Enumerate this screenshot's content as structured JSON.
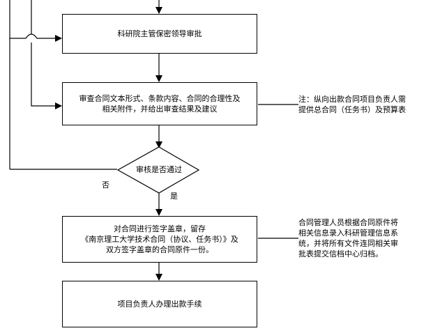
{
  "nodes": {
    "approval_leader": "科研院主管保密领导审批",
    "review_text": [
      "审查合同文本形式、条款内容、合同的合理性及",
      "相关附件，并给出审查结果及建议"
    ],
    "decision": "审核是否通过",
    "sign_seal": [
      "对合同进行签字盖章，留存",
      "《南京理工大学技术合同（协议、任务书）》及",
      "双方签字盖章的合同原件一份。"
    ],
    "payment": "项目负责人办理出款手续"
  },
  "labels": {
    "no": "否",
    "yes": "是"
  },
  "notes": {
    "note1": [
      "注：纵向出款合同项目负责人需",
      "提供总合同（任务书）及预算表"
    ],
    "note2": [
      "合同管理人员根据合同原件将",
      "相关信息录入科研管理信息系",
      "统，并将所有文件连同相关审",
      "批表提交信档中心归档。"
    ]
  }
}
